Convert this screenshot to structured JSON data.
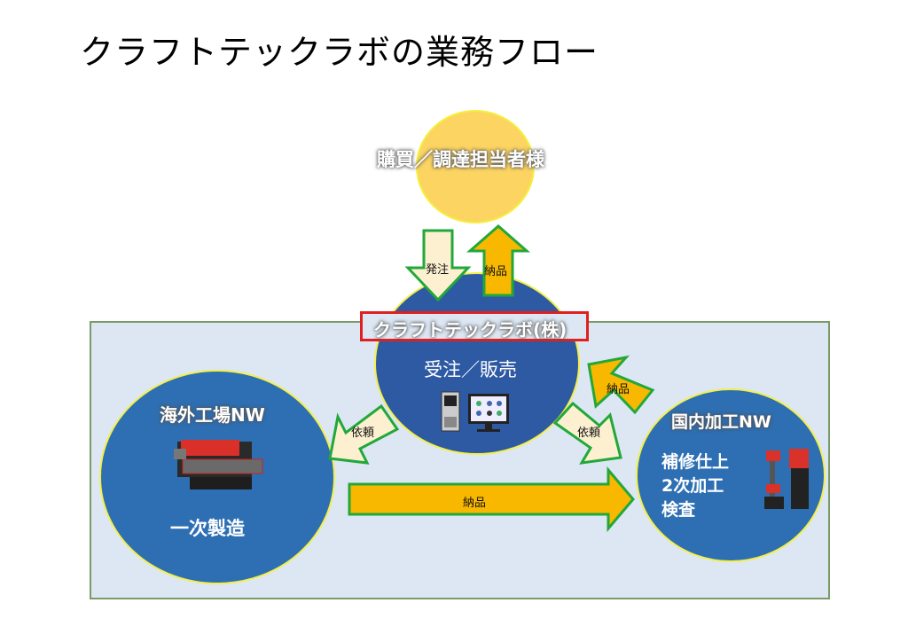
{
  "title": "クラフトテックラボの業務フロー",
  "nodes": {
    "buyer": {
      "label": "購買／調達担当者様",
      "color": "#fcd462"
    },
    "company": {
      "name": "クラフトテックラボ(株)",
      "role": "受注／販売",
      "color": "#2e5aa4",
      "icon": "computer-icon"
    },
    "overseas": {
      "label": "海外工場NW",
      "sub": "一次製造",
      "color": "#2e6fb3",
      "icon": "laser-machine-icon"
    },
    "domestic": {
      "label": "国内加工NW",
      "lines": [
        "補修仕上",
        "2次加工",
        "検査"
      ],
      "color": "#2e6fb3",
      "icon": "welding-machine-icon"
    }
  },
  "arrows": {
    "order": "発注",
    "deliver_to_buyer": "納品",
    "request_overseas": "依頼",
    "request_domestic": "依頼",
    "deliver_from_domestic": "納品",
    "deliver_overseas_to_domestic": "納品"
  },
  "colors": {
    "arrow_outline": "#22a83a",
    "arrow_light": "#fdf0d0",
    "arrow_gold": "#f8b800",
    "panel_bg": "#dce7f3",
    "panel_border": "#7a9a68",
    "highlight_border": "#e02020",
    "circle_outline": "#f3ef4a"
  }
}
